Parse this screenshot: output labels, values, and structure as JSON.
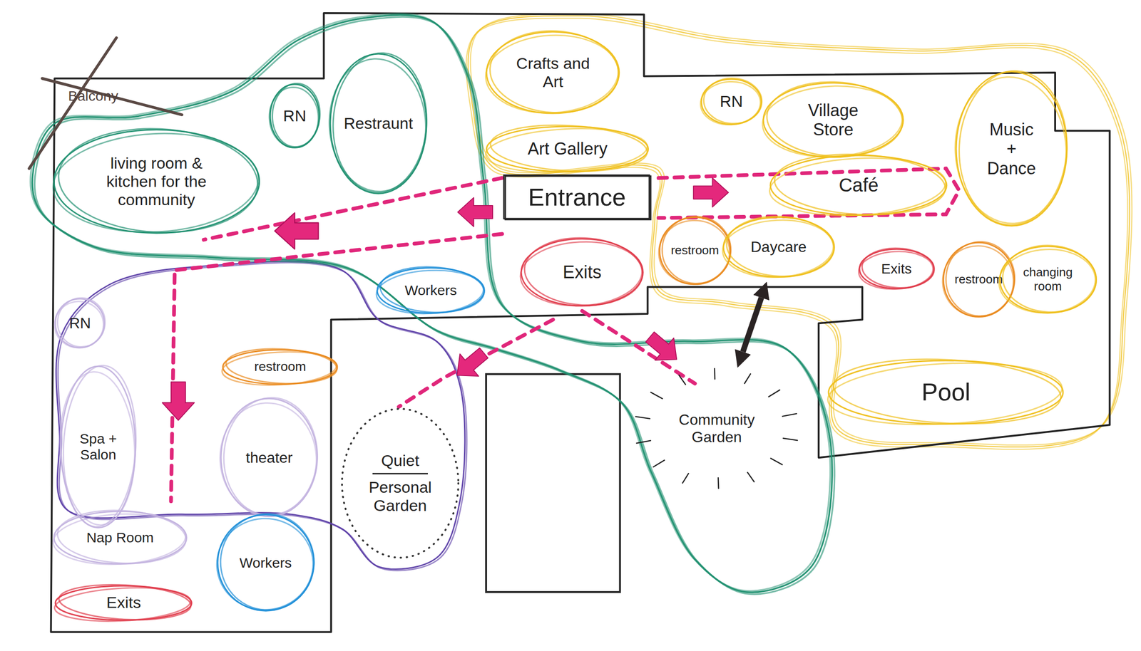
{
  "diagram": {
    "nodes": [
      {
        "text": [
          "living room & kitchen for the community"
        ]
      },
      {
        "text": [
          "RN"
        ]
      },
      {
        "text": [
          "Restraunt"
        ]
      },
      {
        "text": [
          "Crafts and Art"
        ]
      },
      {
        "text": [
          "Art Gallery"
        ]
      },
      {
        "text": [
          "Entrance"
        ]
      },
      {
        "text": [
          "RN"
        ]
      },
      {
        "text": [
          "Village Store"
        ]
      },
      {
        "text": [
          "Music + Dance"
        ]
      },
      {
        "text": [
          "Café"
        ]
      },
      {
        "text": [
          "Workers"
        ]
      },
      {
        "text": [
          "Exits"
        ]
      },
      {
        "text": [
          "restroom"
        ]
      },
      {
        "text": [
          "Daycare"
        ]
      },
      {
        "text": [
          "Exits"
        ]
      },
      {
        "text": [
          "restroom"
        ]
      },
      {
        "text": [
          "changing room"
        ]
      },
      {
        "text": [
          "Pool"
        ]
      },
      {
        "text": [
          "RN"
        ]
      },
      {
        "text": [
          "restroom"
        ]
      },
      {
        "text": [
          "Spa + Salon"
        ]
      },
      {
        "text": [
          "theater"
        ]
      },
      {
        "text": [
          "Quiet",
          "Personal Garden"
        ]
      },
      {
        "text": [
          "Nap Room"
        ]
      },
      {
        "text": [
          "Workers"
        ]
      },
      {
        "text": [
          "Exits"
        ]
      },
      {
        "text": [
          "Community Garden"
        ]
      }
    ],
    "edges": [
      {
        "from": 13,
        "to": 26,
        "arrow": "both"
      }
    ],
    "labels": [
      "Balcony"
    ]
  }
}
